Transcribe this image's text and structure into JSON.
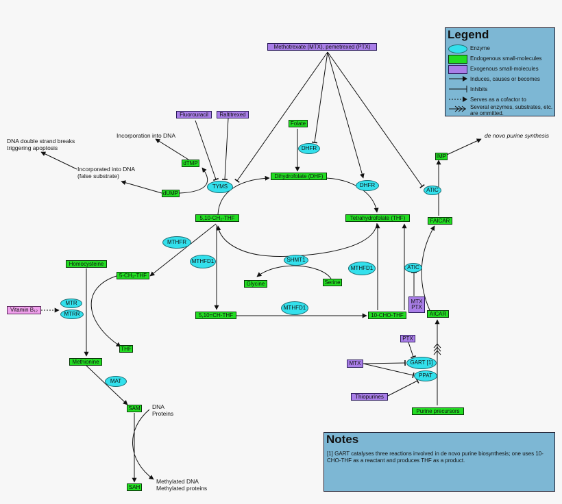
{
  "legend": {
    "title": "Legend",
    "rows": [
      {
        "label": "Enzyme"
      },
      {
        "label": "Endogenous small-molecules"
      },
      {
        "label": "Exogenous small-molecules"
      },
      {
        "label": "Induces, causes or becomes"
      },
      {
        "label": "Inhibits"
      },
      {
        "label": "Serves as a cofactor to"
      },
      {
        "label": "Several enzymes, substrates, etc. are ommitted."
      }
    ]
  },
  "notes": {
    "title": "Notes",
    "text": "[1] GART catalyses three reactions involved in de novo purine biosynthesis; one uses 10-CHO-THF as a reactant and produces THF as a product."
  },
  "nodes": {
    "mtx_ptx": "Methotrexate (MTX), pemetrexed (PTX)",
    "fluorouracil": "Fluorouracil",
    "raltitrexed": "Raltitrexed",
    "folate": "Folate",
    "dhfr1": "DHFR",
    "dhfr2": "DHFR",
    "dtmp": "dTMP",
    "dump": "dUMP",
    "tyms": "TYMS",
    "dhf": "Dihydrofolate (DHF)",
    "thf": "Tetrahydrofolate (THF)",
    "ch2thf": "5,10-CH₂-THF",
    "mthfr": "MTHFR",
    "mthfd1a": "MTHFD1",
    "mthfd1b": "MTHFD1",
    "mthfd1c": "MTHFD1",
    "homocysteine": "Homocysteine",
    "ch3thf": "5-CH₃-THF",
    "vitb12": "Vitamin B₁₂",
    "mtr": "MTR",
    "mtrr": "MTRR",
    "thf_small": "THF",
    "methionine": "Methionine",
    "mat": "MAT",
    "sam": "SAM",
    "sah": "SAH",
    "shmt1": "SHMT1",
    "glycine": "Glycine",
    "serine": "Serine",
    "chthf": "5,10=CH-THF",
    "chothf": "10-CHO-THF",
    "atic1": "ATIC",
    "atic2": "ATIC",
    "imp": "IMP",
    "faicar": "FAICAR",
    "mtx_ptx_small": "MTX\nPTX",
    "aicar": "AICAR",
    "ptx": "PTX",
    "mtx": "MTX",
    "gart": "GART [1]",
    "ppat": "PPAT",
    "thiopurines": "Thiopurines",
    "purine_precursors": "Purine precursors"
  },
  "labels": {
    "dsb": "DNA double strand breaks\ntriggering apoptosis",
    "incorporation": "Incorporation into DNA",
    "false_substrate": "Incorporated into DNA\n(false substrate)",
    "denovo": "de novo purine synthesis",
    "dna_proteins": "DNA\nProteins",
    "methylated": "Methylated DNA\nMethylated proteins"
  }
}
